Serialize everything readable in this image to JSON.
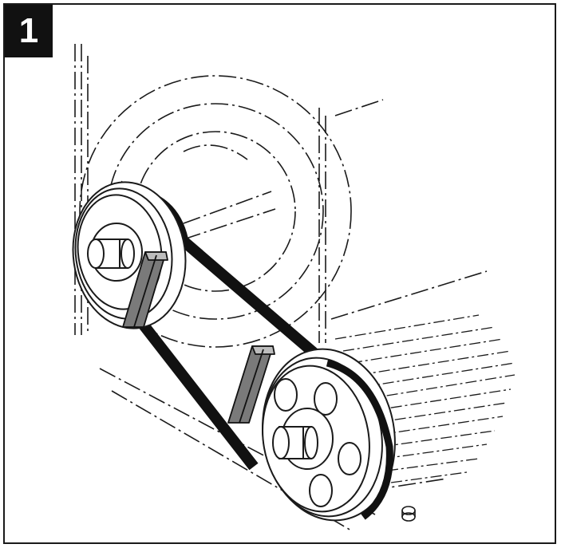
{
  "step": {
    "number": "1"
  },
  "colors": {
    "ink": "#1a1a1a",
    "belt": "#111111",
    "gauge_fill": "#7a7a7a",
    "badge_bg": "#111111",
    "badge_text": "#ffffff"
  },
  "icons": {
    "pulley_upper": "drive-pulley",
    "pulley_lower": "motor-pulley",
    "belt": "v-belt",
    "gauge_left": "belt-alignment-gauge",
    "gauge_right": "belt-alignment-gauge"
  }
}
